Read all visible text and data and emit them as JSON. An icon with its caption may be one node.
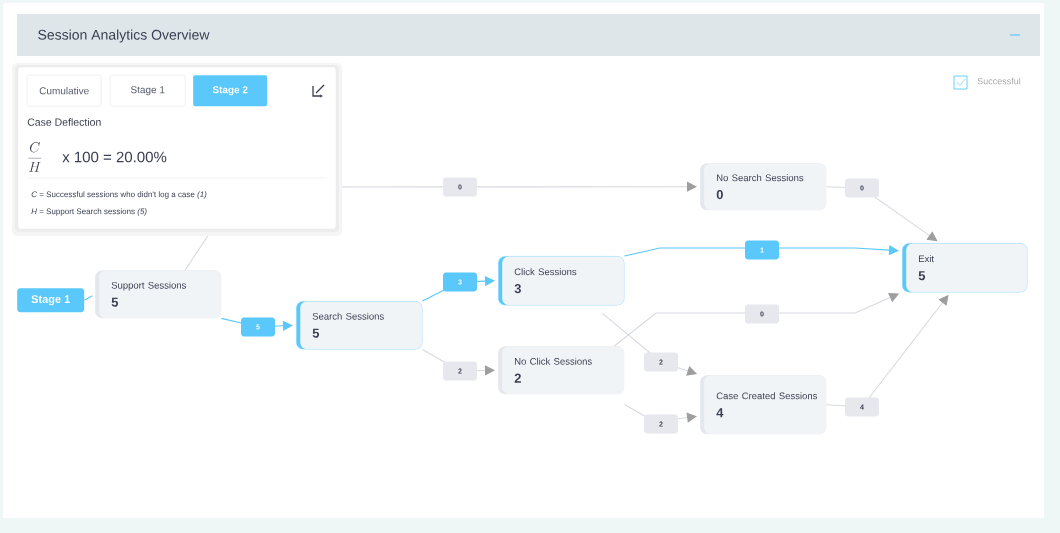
{
  "diagram": {
    "title": "Session Analytics Overview",
    "nodes": [
      {
        "text": [
          "Stage 1"
        ]
      },
      {
        "text": [
          "Support Sessions",
          "5"
        ]
      },
      {
        "text": [
          "Search Sessions",
          "5"
        ]
      },
      {
        "text": [
          "Click Sessions",
          "3"
        ]
      },
      {
        "text": [
          "No Click Sessions",
          "2"
        ]
      },
      {
        "text": [
          "No Search Sessions",
          "0"
        ]
      },
      {
        "text": [
          "Case Created Sessions",
          "4"
        ]
      },
      {
        "text": [
          "Exit",
          "5"
        ]
      }
    ],
    "edges": [
      {
        "from": 0,
        "to": 1,
        "arrow": "none",
        "color": "#5ac8fa"
      },
      {
        "from": 1,
        "to": 2,
        "arrow": "to",
        "label": "5",
        "color": "#5ac8fa"
      },
      {
        "from": 1,
        "to": 5,
        "arrow": "to",
        "label": "0"
      },
      {
        "from": 2,
        "to": 3,
        "arrow": "to",
        "label": "3",
        "color": "#5ac8fa"
      },
      {
        "from": 2,
        "to": 4,
        "arrow": "to",
        "label": "2"
      },
      {
        "from": 3,
        "to": 7,
        "arrow": "to",
        "label": "1",
        "color": "#5ac8fa"
      },
      {
        "from": 3,
        "to": 6,
        "arrow": "to",
        "label": "2"
      },
      {
        "from": 4,
        "to": 7,
        "arrow": "to",
        "label": "0"
      },
      {
        "from": 4,
        "to": 6,
        "arrow": "to",
        "label": "2"
      },
      {
        "from": 5,
        "to": 7,
        "arrow": "to",
        "label": "0"
      },
      {
        "from": 6,
        "to": 7,
        "arrow": "to",
        "label": "4"
      }
    ],
    "labels": [
      "Cumulative",
      "Stage 1",
      "Stage 2",
      "Case Deflection",
      "\\frac{C}{H}",
      "x 100 = 20.00%",
      "*C* = Successful sessions who didn't log a case *(1)*",
      "*H* = Support Search sessions *(5)*",
      "Successful"
    ]
  }
}
